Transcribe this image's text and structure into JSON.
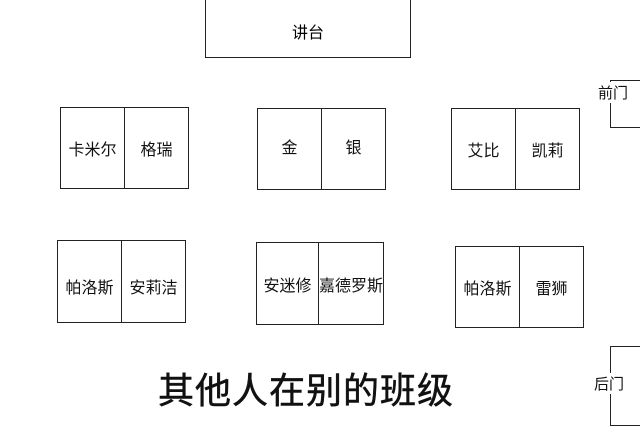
{
  "podium": "讲台",
  "front_door": "前门",
  "back_door": "后门",
  "desks": [
    [
      "卡米尔",
      "格瑞"
    ],
    [
      "金",
      "银"
    ],
    [
      "艾比",
      "凯莉"
    ],
    [
      "帕洛斯",
      "安莉洁"
    ],
    [
      "安迷修",
      "嘉德罗斯"
    ],
    [
      "帕洛斯",
      "雷狮"
    ]
  ],
  "caption": "其他人在别的班级"
}
